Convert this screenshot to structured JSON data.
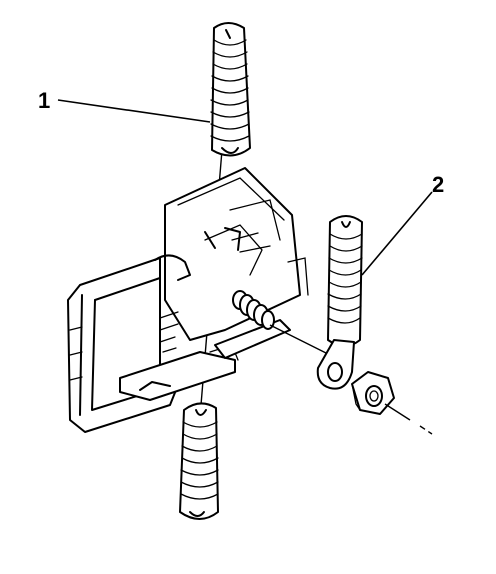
{
  "callouts": [
    {
      "id": "1",
      "label": "1"
    },
    {
      "id": "2",
      "label": "2"
    }
  ],
  "colors": {
    "ink": "#000000",
    "background": "#ffffff"
  }
}
